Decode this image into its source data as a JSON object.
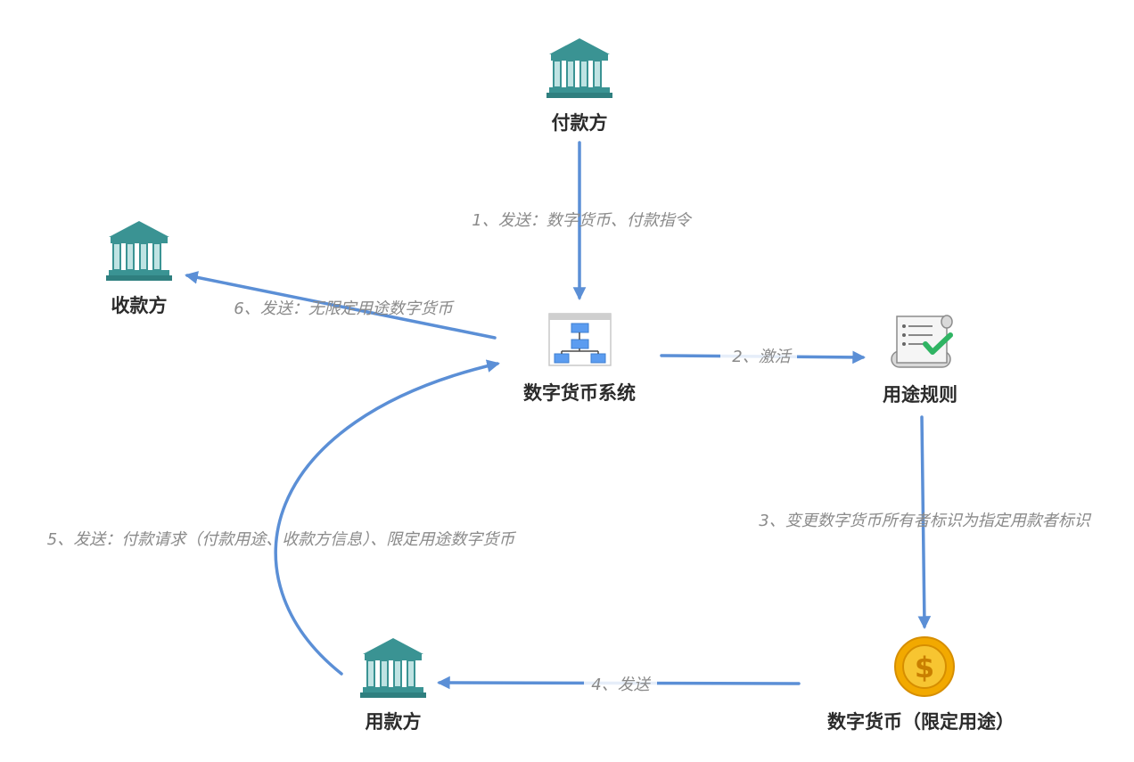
{
  "nodes": {
    "payer": {
      "label": "付款方",
      "icon": "bank-icon"
    },
    "payee": {
      "label": "收款方",
      "icon": "bank-icon"
    },
    "system": {
      "label": "数字货币系统",
      "icon": "org-chart-icon"
    },
    "rules": {
      "label": "用途规则",
      "icon": "checklist-scroll-icon"
    },
    "coin": {
      "label": "数字货币（限定用途）",
      "icon": "dollar-coin-icon"
    },
    "user": {
      "label": "用款方",
      "icon": "bank-icon"
    }
  },
  "edges": {
    "e1": "1、发送：数字货币、付款指令",
    "e2": "2、激活",
    "e3": "3、变更数字货币所有者标识为指定用款者标识",
    "e4": "4、发送",
    "e5": "5、发送：付款请求（付款用途、收款方信息）、限定用途数字货币",
    "e6": "6、发送：无限定用途数字货币"
  },
  "colors": {
    "arrow": "#5b8fd6",
    "bank": "#3a9393",
    "bank_light": "#bfe3e3",
    "coin": "#f2a900",
    "check": "#2fb463"
  }
}
